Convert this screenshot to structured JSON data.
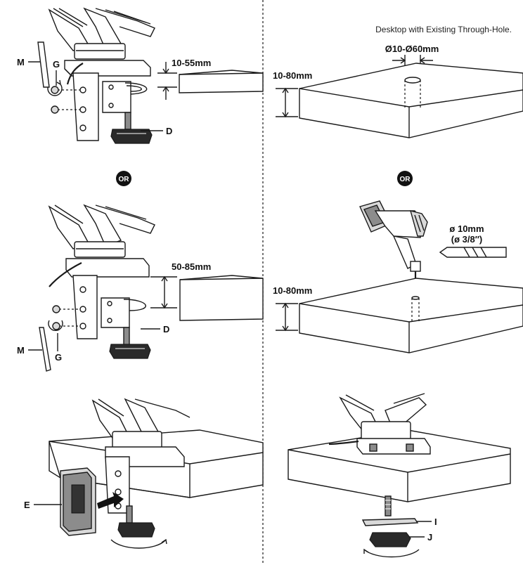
{
  "labels": {
    "m": "M",
    "g": "G",
    "d": "D",
    "e": "E",
    "i": "I",
    "j": "J"
  },
  "measurements": {
    "clamp_range_1": "10-55mm",
    "clamp_range_2": "50-85mm",
    "desk_thickness": "10-80mm",
    "hole_diameter": "Ø10-Ø60mm",
    "drill_metric": "ø 10mm",
    "drill_imperial": "(ø 3/8″)"
  },
  "captions": {
    "existing_hole": "Desktop with Existing Through-Hole."
  },
  "separators": {
    "or": "OR"
  }
}
